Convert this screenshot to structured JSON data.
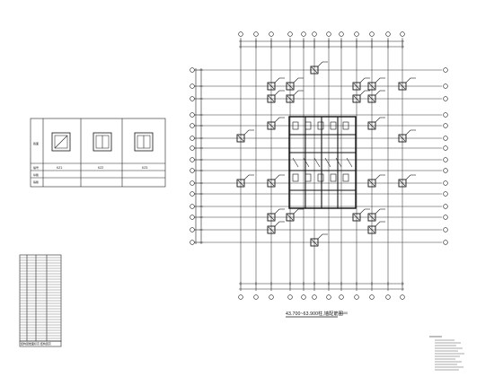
{
  "drawing": {
    "plan_title": "43.700~63.900柱,墙配筋图",
    "plan_scale": "1:100"
  },
  "section_table": {
    "labels": [
      "KZ1",
      "KZ2",
      "KZ3"
    ],
    "row_headers": [
      "截面",
      "编号",
      "纵筋",
      "箍筋"
    ]
  },
  "level_table": {
    "title": "结构层楼面标高 结构层高"
  },
  "column_tags": [
    "KZ1",
    "KZ2",
    "KZ3"
  ],
  "colors": {
    "line": "#222222",
    "background": "#ffffff"
  }
}
